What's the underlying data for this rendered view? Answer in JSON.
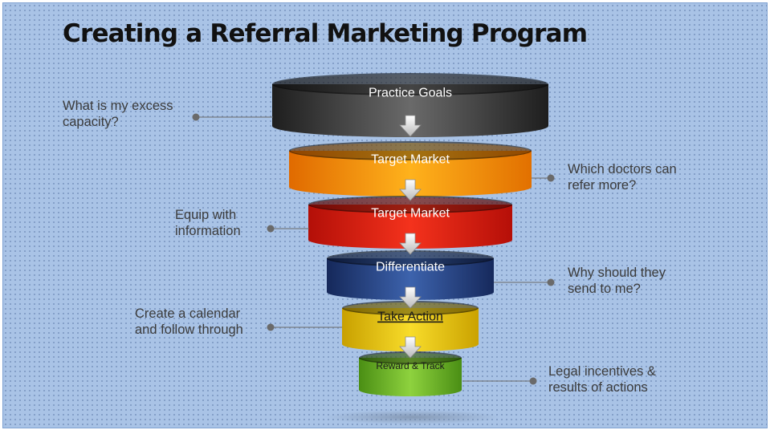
{
  "title": "Creating a Referral Marketing Program",
  "colors": {
    "background": "#a9c3e6",
    "stage_dark": "#3a3a3a",
    "stage_orange": "#f08a0a",
    "stage_red": "#d81a0e",
    "stage_blue": "#24407f",
    "stage_yellow": "#e8c20c",
    "stage_green": "#6cb42a"
  },
  "stages": [
    {
      "label": "Practice Goals",
      "color": "dark"
    },
    {
      "label": "Target Market",
      "color": "orange"
    },
    {
      "label": "Target Market",
      "color": "red"
    },
    {
      "label": "Differentiate",
      "color": "blue"
    },
    {
      "label": "Take Action",
      "color": "yellow"
    },
    {
      "label": "Reward & Track",
      "color": "green"
    }
  ],
  "annotations": [
    {
      "line1": "What is my excess",
      "line2": "capacity?"
    },
    {
      "line1": "Which doctors can",
      "line2": "refer more?"
    },
    {
      "line1": "Equip with",
      "line2": "information"
    },
    {
      "line1": "Why should they",
      "line2": "send to me?"
    },
    {
      "line1": "Create a calendar",
      "line2": "and follow through"
    },
    {
      "line1": "Legal incentives &",
      "line2": "results of actions"
    }
  ]
}
